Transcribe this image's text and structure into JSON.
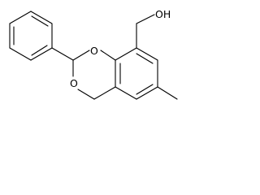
{
  "molecule": {
    "atoms": [
      {
        "label": "O"
      },
      {
        "label": "O"
      },
      {
        "label": "OH"
      }
    ],
    "colors": {
      "bond": "#000000",
      "label": "#000000",
      "background": "#ffffff"
    }
  }
}
